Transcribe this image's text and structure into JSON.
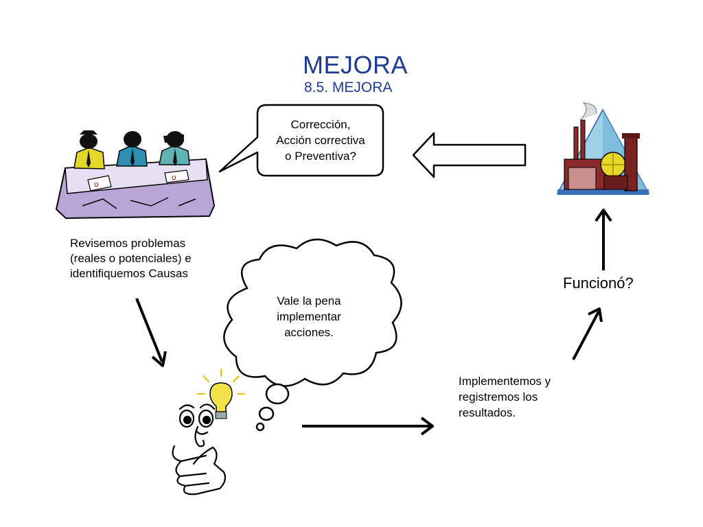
{
  "title": "MEJORA",
  "subtitle": "8.5. MEJORA",
  "speech_bubble": {
    "lines": [
      "Corrección,",
      "Acción correctiva",
      "o Preventiva?"
    ]
  },
  "thought_cloud": {
    "lines": [
      "Vale la pena",
      "implementar",
      "acciones."
    ]
  },
  "review_caption": {
    "lines": [
      "Revisemos problemas",
      "(reales o potenciales) e",
      "identifiquemos Causas"
    ]
  },
  "implement_caption": {
    "lines": [
      "Implementemos y",
      "registremos los",
      "resultados."
    ]
  },
  "check_caption": "Funcionó?",
  "illustrations": [
    "meeting-clipart-icon",
    "factory-clipart-icon",
    "thinking-person-clipart-icon",
    "lightbulb-icon"
  ],
  "colors": {
    "title": "#1f3a93",
    "table": "#b9a6d6",
    "arrow": "#000000"
  }
}
